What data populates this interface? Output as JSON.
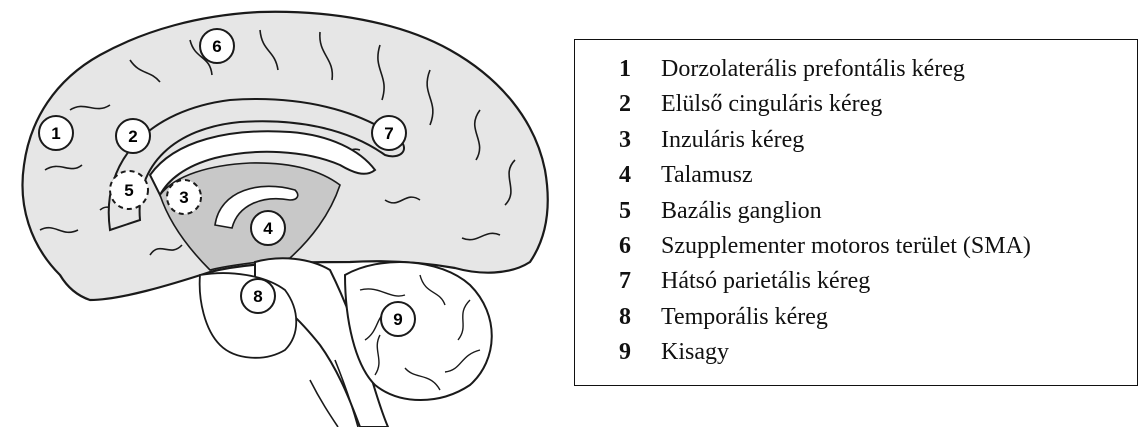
{
  "legend": {
    "items": [
      {
        "number": "1",
        "label": "Dorzolaterális prefontális kéreg"
      },
      {
        "number": "2",
        "label": "Elülső cinguláris kéreg"
      },
      {
        "number": "3",
        "label": "Inzuláris kéreg"
      },
      {
        "number": "4",
        "label": "Talamusz"
      },
      {
        "number": "5",
        "label": "Bazális ganglion"
      },
      {
        "number": "6",
        "label": "Szupplementer motoros terület (SMA)"
      },
      {
        "number": "7",
        "label": "Hátsó parietális kéreg"
      },
      {
        "number": "8",
        "label": "Temporális kéreg"
      },
      {
        "number": "9",
        "label": "Kisagy"
      }
    ]
  },
  "markers": {
    "m1": "1",
    "m2": "2",
    "m3": "3",
    "m4": "4",
    "m5": "5",
    "m6": "6",
    "m7": "7",
    "m8": "8",
    "m9": "9"
  },
  "colors": {
    "outline": "#1a1a1a",
    "brain_fill": "#e6e6e6",
    "deep_fill": "#c8c8c8",
    "white": "#ffffff"
  }
}
